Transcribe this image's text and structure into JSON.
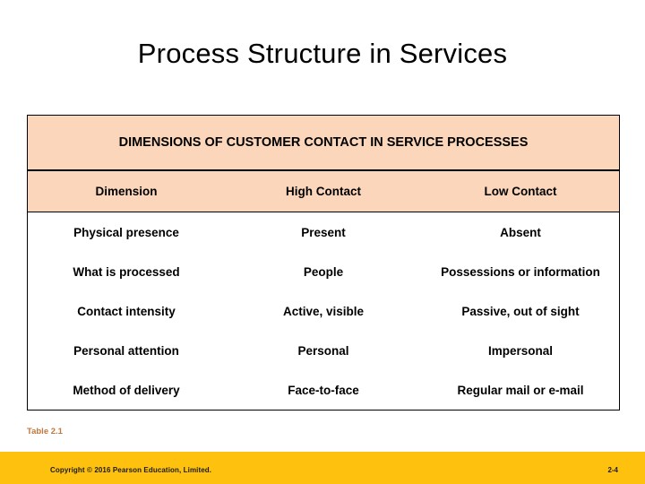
{
  "slide": {
    "title": "Process Structure in Services",
    "table_caption": "Table 2.1",
    "footer": {
      "copyright": "Copyright © 2016 Pearson Education, Limited.",
      "page_number": "2-4",
      "bar_color": "#fec20e"
    },
    "colors": {
      "header_fill": "#fbd6ba",
      "caption": "#c07840",
      "text": "#000000"
    }
  },
  "table": {
    "banner": "DIMENSIONS OF CUSTOMER CONTACT IN SERVICE PROCESSES",
    "headers": [
      "Dimension",
      "High Contact",
      "Low Contact"
    ],
    "rows": [
      [
        "Physical presence",
        "Present",
        "Absent"
      ],
      [
        "What is processed",
        "People",
        "Possessions or information"
      ],
      [
        "Contact intensity",
        "Active, visible",
        "Passive, out of sight"
      ],
      [
        "Personal attention",
        "Personal",
        "Impersonal"
      ],
      [
        "Method of delivery",
        "Face-to-face",
        "Regular mail or e-mail"
      ]
    ]
  }
}
